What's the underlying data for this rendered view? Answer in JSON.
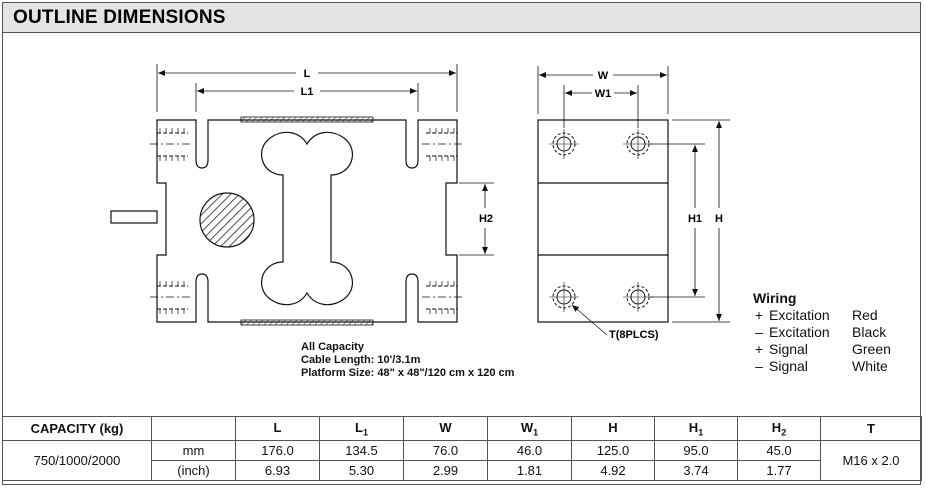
{
  "title": "OUTLINE DIMENSIONS",
  "dimension_labels": {
    "L": "L",
    "L1": "L1",
    "W": "W",
    "W1": "W1",
    "H": "H",
    "H1": "H1",
    "H2": "H2",
    "T": "T(8PLCS)"
  },
  "notes": {
    "all_capacity": "All Capacity",
    "cable_length": "Cable Length: 10'/3.1m",
    "platform_size": "Platform Size: 48\" x 48\"/120 cm x 120 cm"
  },
  "wiring": {
    "title": "Wiring",
    "rows": [
      {
        "sign": "+",
        "function": "Excitation",
        "color": "Red"
      },
      {
        "sign": "–",
        "function": "Excitation",
        "color": "Black"
      },
      {
        "sign": "+",
        "function": "Signal",
        "color": "Green"
      },
      {
        "sign": "–",
        "function": "Signal",
        "color": "White"
      }
    ]
  },
  "table": {
    "capacity_header": "CAPACITY (kg)",
    "columns": [
      {
        "base": "L",
        "sub": ""
      },
      {
        "base": "L",
        "sub": "1"
      },
      {
        "base": "W",
        "sub": ""
      },
      {
        "base": "W",
        "sub": "1"
      },
      {
        "base": "H",
        "sub": ""
      },
      {
        "base": "H",
        "sub": "1"
      },
      {
        "base": "H",
        "sub": "2"
      }
    ],
    "t_header": "T",
    "capacity": "750/1000/2000",
    "rows": [
      {
        "unit": "mm",
        "values": [
          "176.0",
          "134.5",
          "76.0",
          "46.0",
          "125.0",
          "95.0",
          "45.0"
        ]
      },
      {
        "unit": "(inch)",
        "values": [
          "6.93",
          "5.30",
          "2.99",
          "1.81",
          "4.92",
          "3.74",
          "1.77"
        ]
      }
    ],
    "thread": "M16 x 2.0"
  }
}
